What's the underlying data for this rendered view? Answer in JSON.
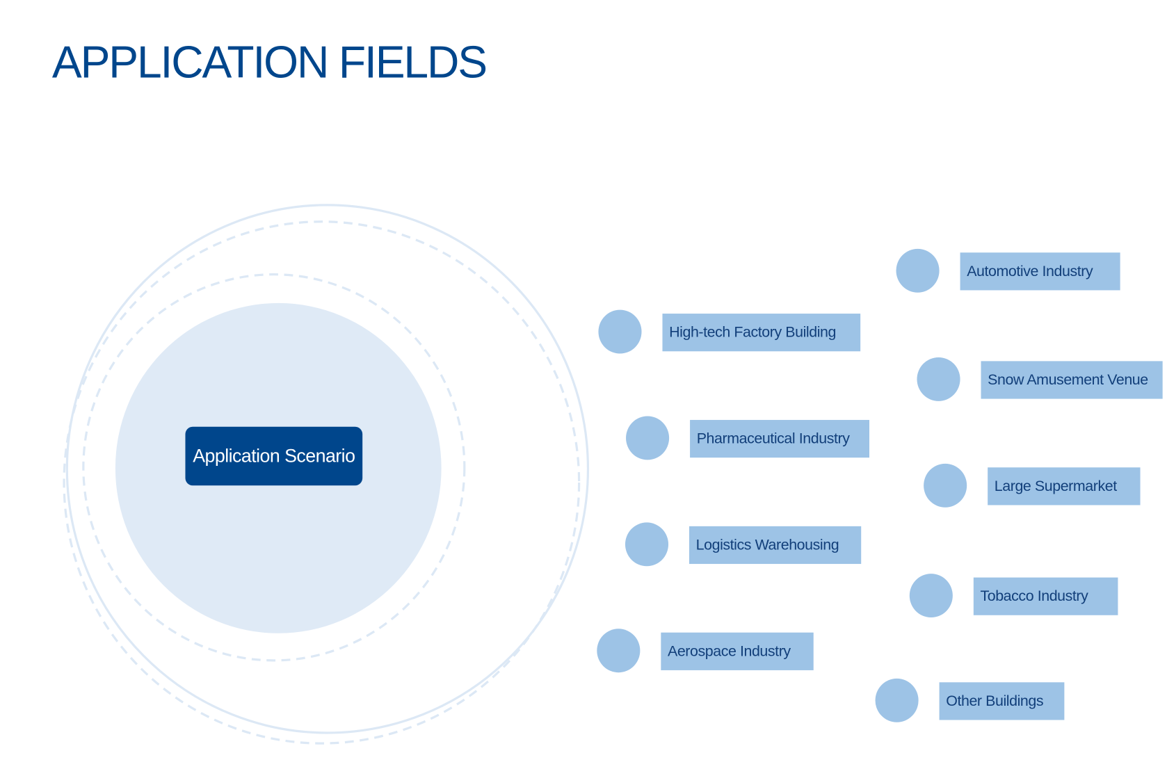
{
  "title": "APPLICATION FIELDS",
  "center_label": "Application Scenario",
  "colors": {
    "title": "#00468c",
    "center_button": "#00468c",
    "bubble": "#9dc3e6",
    "core_fill": "#dfeaf6",
    "ring": "#dce8f5"
  },
  "fields": [
    {
      "label": "Automotive Industry"
    },
    {
      "label": "High-tech Factory Building"
    },
    {
      "label": "Snow Amusement Venue"
    },
    {
      "label": "Pharmaceutical Industry"
    },
    {
      "label": "Large Supermarket"
    },
    {
      "label": "Logistics Warehousing"
    },
    {
      "label": "Tobacco Industry"
    },
    {
      "label": "Aerospace Industry"
    },
    {
      "label": "Other Buildings"
    }
  ]
}
